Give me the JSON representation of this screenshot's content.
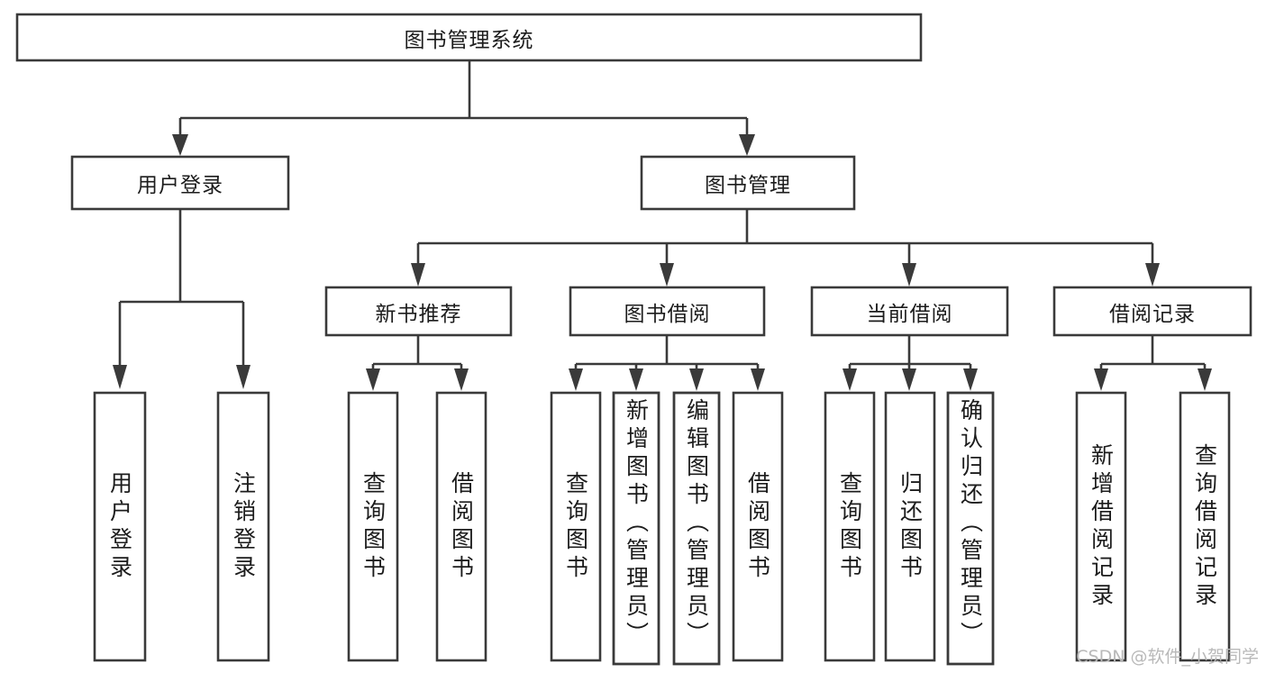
{
  "diagram": {
    "type": "tree",
    "title_node": "图书管理系统",
    "orientation": "top-down",
    "watermark": "CSDN @软件_小贺同学",
    "nodes": {
      "root": {
        "label": "图书管理系统",
        "level": 0,
        "text_direction": "horizontal"
      },
      "l1_a": {
        "label": "用户登录",
        "level": 1,
        "text_direction": "horizontal"
      },
      "l1_b": {
        "label": "图书管理",
        "level": 1,
        "text_direction": "horizontal"
      },
      "l2_a": {
        "label": "新书推荐",
        "level": 2,
        "text_direction": "horizontal"
      },
      "l2_b": {
        "label": "图书借阅",
        "level": 2,
        "text_direction": "horizontal"
      },
      "l2_c": {
        "label": "当前借阅",
        "level": 2,
        "text_direction": "horizontal"
      },
      "l2_d": {
        "label": "借阅记录",
        "level": 2,
        "text_direction": "horizontal"
      },
      "leaf_1": {
        "label": "用户登录",
        "level": 3,
        "text_direction": "vertical"
      },
      "leaf_2": {
        "label": "注销登录",
        "level": 3,
        "text_direction": "vertical"
      },
      "leaf_3": {
        "label": "查询图书",
        "level": 3,
        "text_direction": "vertical"
      },
      "leaf_4": {
        "label": "借阅图书",
        "level": 3,
        "text_direction": "vertical"
      },
      "leaf_5": {
        "label": "查询图书",
        "level": 3,
        "text_direction": "vertical"
      },
      "leaf_6": {
        "label": "新增图书（管理员）",
        "level": 3,
        "text_direction": "vertical"
      },
      "leaf_7": {
        "label": "编辑图书（管理员）",
        "level": 3,
        "text_direction": "vertical"
      },
      "leaf_8": {
        "label": "借阅图书",
        "level": 3,
        "text_direction": "vertical"
      },
      "leaf_9": {
        "label": "查询图书",
        "level": 3,
        "text_direction": "vertical"
      },
      "leaf_10": {
        "label": "归还图书",
        "level": 3,
        "text_direction": "vertical"
      },
      "leaf_11": {
        "label": "确认归还（管理员）",
        "level": 3,
        "text_direction": "vertical"
      },
      "leaf_12": {
        "label": "新增借阅记录",
        "level": 3,
        "text_direction": "vertical"
      },
      "leaf_13": {
        "label": "查询借阅记录",
        "level": 3,
        "text_direction": "vertical"
      }
    },
    "edges": [
      {
        "from": "root",
        "to": "l1_a"
      },
      {
        "from": "root",
        "to": "l1_b"
      },
      {
        "from": "l1_a",
        "to": "leaf_1"
      },
      {
        "from": "l1_a",
        "to": "leaf_2"
      },
      {
        "from": "l1_b",
        "to": "l2_a"
      },
      {
        "from": "l1_b",
        "to": "l2_b"
      },
      {
        "from": "l1_b",
        "to": "l2_c"
      },
      {
        "from": "l1_b",
        "to": "l2_d"
      },
      {
        "from": "l2_a",
        "to": "leaf_3"
      },
      {
        "from": "l2_a",
        "to": "leaf_4"
      },
      {
        "from": "l2_b",
        "to": "leaf_5"
      },
      {
        "from": "l2_b",
        "to": "leaf_6"
      },
      {
        "from": "l2_b",
        "to": "leaf_7"
      },
      {
        "from": "l2_b",
        "to": "leaf_8"
      },
      {
        "from": "l2_c",
        "to": "leaf_9"
      },
      {
        "from": "l2_c",
        "to": "leaf_10"
      },
      {
        "from": "l2_c",
        "to": "leaf_11"
      },
      {
        "from": "l2_d",
        "to": "leaf_12"
      },
      {
        "from": "l2_d",
        "to": "leaf_13"
      }
    ],
    "colors": {
      "box_stroke": "#3a3a3a",
      "box_fill": "#ffffff",
      "text": "#1c1c1c",
      "background": "#ffffff",
      "watermark": "#b9b9b9"
    }
  }
}
